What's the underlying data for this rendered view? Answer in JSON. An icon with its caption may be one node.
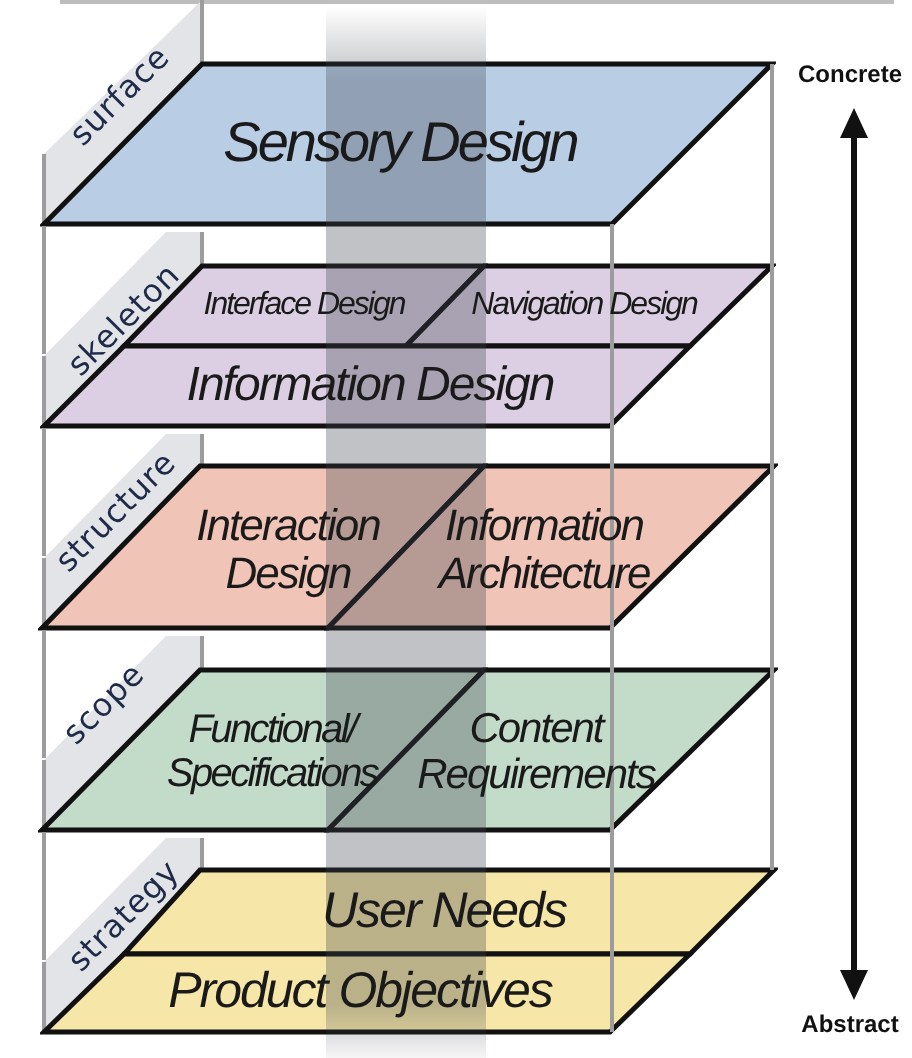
{
  "diagram": {
    "nodes": [
      {
        "text": [
          "surface"
        ]
      },
      {
        "text": [
          "Sensory Design"
        ]
      },
      {
        "text": [
          "skeleton"
        ]
      },
      {
        "text": [
          "Interface Design"
        ]
      },
      {
        "text": [
          "Navigation Design"
        ]
      },
      {
        "text": [
          "Information Design"
        ]
      },
      {
        "text": [
          "structure"
        ]
      },
      {
        "text": [
          "Interaction Design"
        ]
      },
      {
        "text": [
          "Information Architecture"
        ]
      },
      {
        "text": [
          "scope"
        ]
      },
      {
        "text": [
          "Functional/ Specifications"
        ]
      },
      {
        "text": [
          "Content Requirements"
        ]
      },
      {
        "text": [
          "strategy"
        ]
      },
      {
        "text": [
          "User Needs"
        ]
      },
      {
        "text": [
          "Product Objectives"
        ]
      }
    ],
    "labels": [
      "Concrete",
      "Abstract"
    ]
  }
}
